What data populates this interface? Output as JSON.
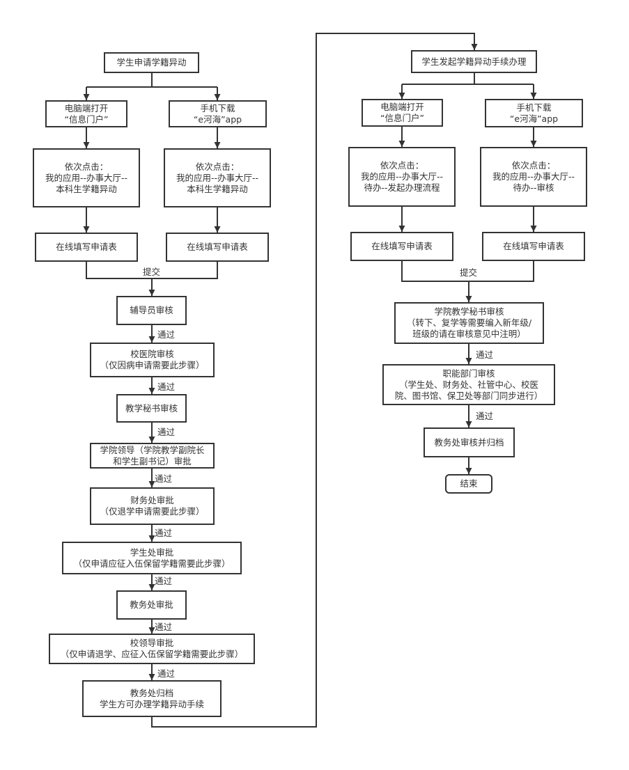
{
  "left_flow": {
    "start": "学生申请学籍异动",
    "pc_open": [
      "电脑端打开",
      "“信息门户”"
    ],
    "mobile_download": [
      "手机下载",
      "“e河海”app"
    ],
    "pc_click": [
      "依次点击：",
      "我的应用--办事大厅--",
      "本科生学籍异动"
    ],
    "mobile_click": [
      "依次点击：",
      "我的应用--办事大厅--",
      "本科生学籍异动"
    ],
    "pc_fill": "在线填写申请表",
    "mobile_fill": "在线填写申请表",
    "submit_label": "提交",
    "counselor": "辅导员审核",
    "hospital": [
      "校医院审核",
      "（仅因病申请需要此步骤）"
    ],
    "secretary": "教学秘书审核",
    "college_leader": [
      "学院领导（学院教学副院长",
      "和学生副书记）审批"
    ],
    "finance": [
      "财务处审批",
      "（仅退学申请需要此步骤）"
    ],
    "student_office": [
      "学生处审批",
      "（仅申请应征入伍保留学籍需要此步骤）"
    ],
    "academic_affairs": "教务处审批",
    "school_leader": [
      "校领导审批",
      "（仅申请退学、应征入伍保留学籍需要此步骤）"
    ],
    "archive": [
      "教务处归档",
      "学生方可办理学籍异动手续"
    ]
  },
  "right_flow": {
    "start": "学生发起学籍异动手续办理",
    "pc_open": [
      "电脑端打开",
      "“信息门户”"
    ],
    "mobile_download": [
      "手机下载",
      "“e河海”app"
    ],
    "pc_click": [
      "依次点击：",
      "我的应用--办事大厅--",
      "待办--发起办理流程"
    ],
    "mobile_click": [
      "依次点击：",
      "我的应用--办事大厅--",
      "待办--审核"
    ],
    "pc_fill": "在线填写申请表",
    "mobile_fill": "在线填写申请表",
    "submit_label": "提交",
    "college_secretary": [
      "学院教学秘书审核",
      "（转下、复学等需要编入新年级/",
      "班级的请在审核意见中注明）"
    ],
    "functional_depts": [
      "职能部门审核",
      "（学生处、财务处、社管中心、校医",
      "院、图书馆、保卫处等部门同步进行）"
    ],
    "affairs_archive": "教务处审核并归档",
    "end": "结束"
  },
  "pass_label": "通过",
  "colors": {
    "line": "#333333",
    "box_border": "#333333",
    "text": "#333333",
    "background": "#ffffff"
  }
}
